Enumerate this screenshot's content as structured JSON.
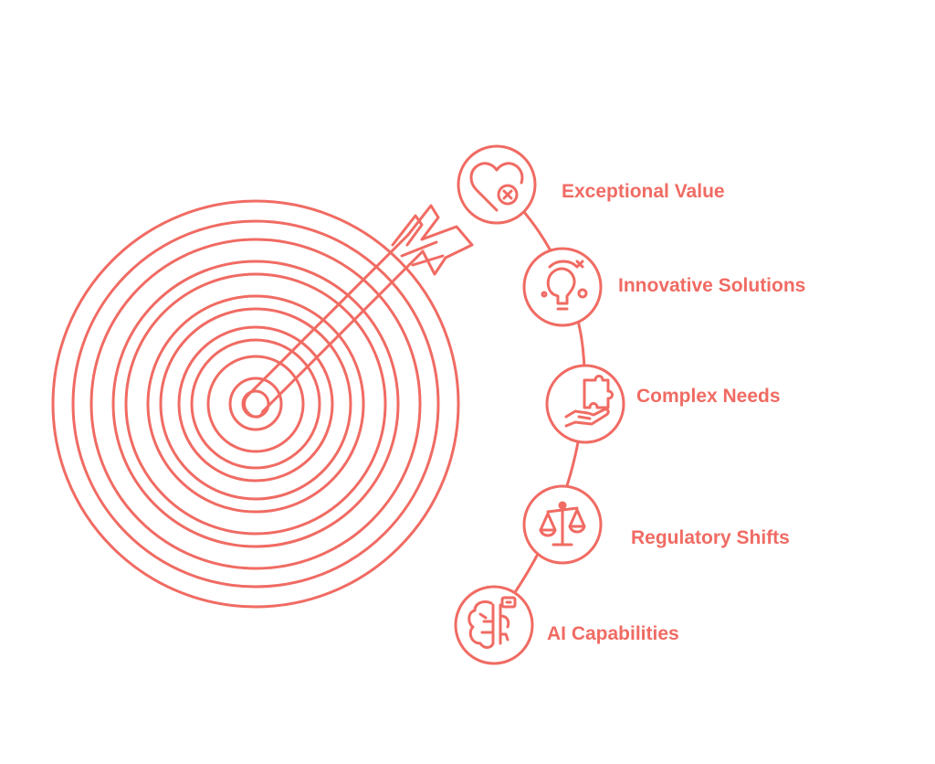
{
  "theme": {
    "accent": "#f06b63",
    "background": "#ffffff"
  },
  "target": {
    "icon": "bullseye-with-arrow-icon"
  },
  "items": [
    {
      "label": "Exceptional Value",
      "icon": "heart-x-icon"
    },
    {
      "label": "Innovative Solutions",
      "icon": "lightbulb-idea-icon"
    },
    {
      "label": "Complex Needs",
      "icon": "hand-puzzle-icon"
    },
    {
      "label": "Regulatory Shifts",
      "icon": "balance-scale-icon"
    },
    {
      "label": "AI Capabilities",
      "icon": "ai-brain-icon"
    }
  ]
}
